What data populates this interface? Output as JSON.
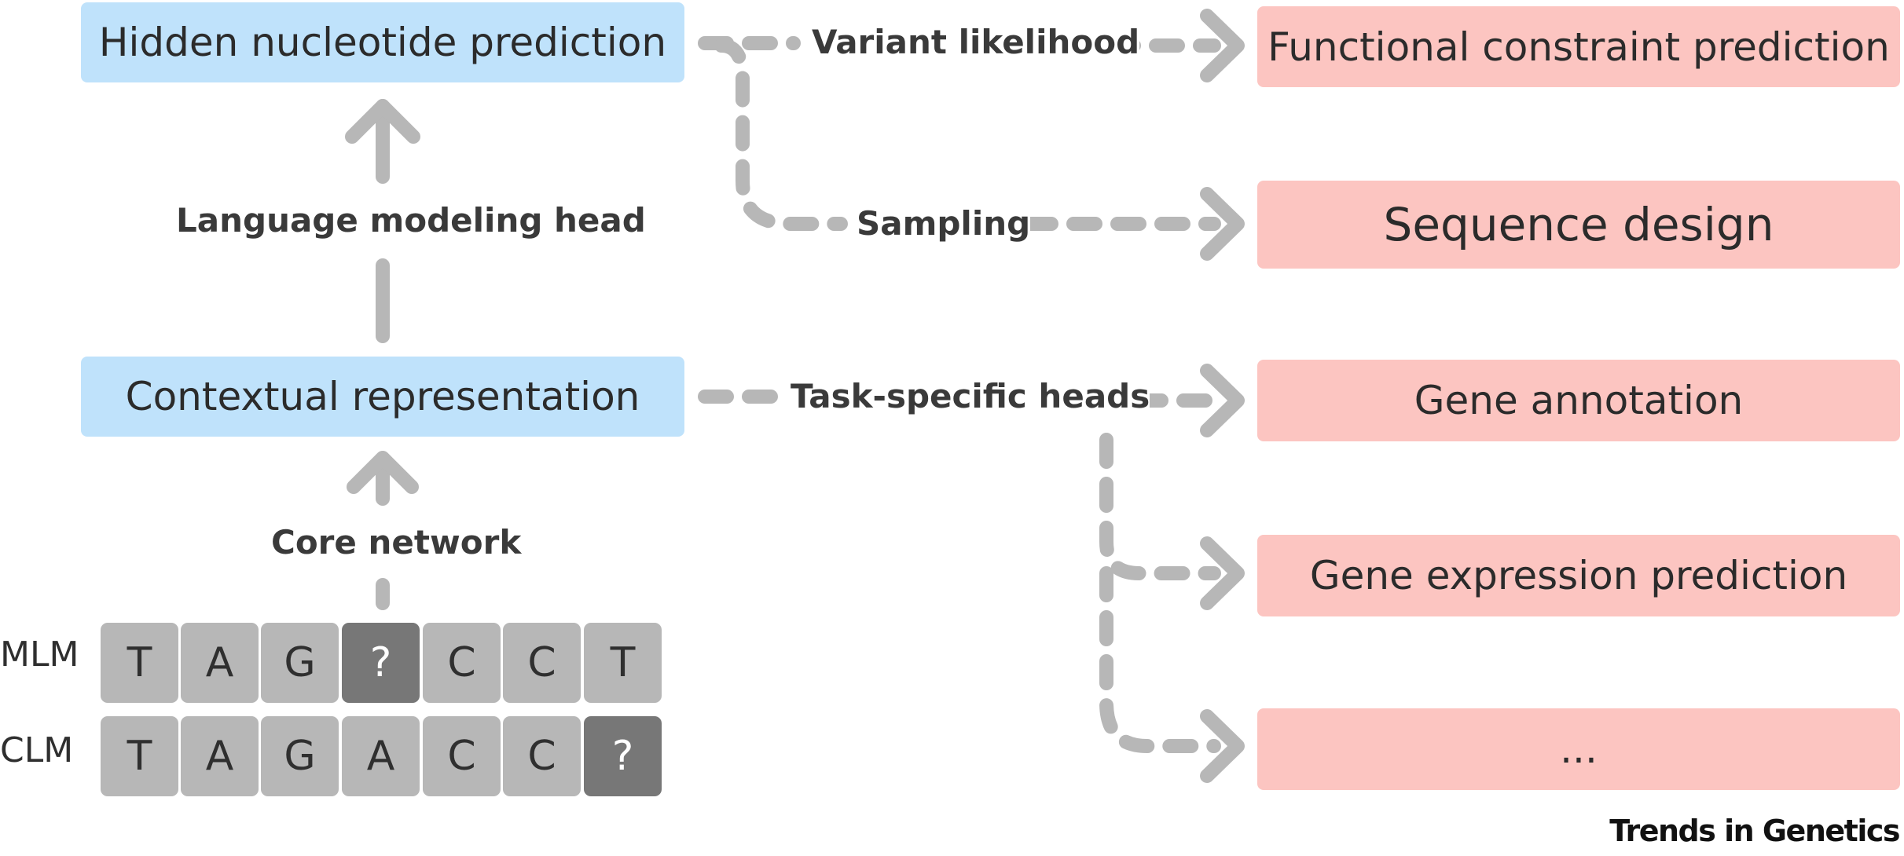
{
  "boxes": {
    "hidden_prediction": "Hidden nucleotide prediction",
    "contextual_representation": "Contextual representation",
    "functional_constraint": "Functional constraint prediction",
    "sequence_design": "Sequence design",
    "gene_annotation": "Gene annotation",
    "gene_expression": "Gene expression prediction",
    "more": "..."
  },
  "labels": {
    "variant_likelihood": "Variant likelihood",
    "sampling": "Sampling",
    "task_specific_heads": "Task-specific heads",
    "language_modeling_head": "Language modeling head",
    "core_network": "Core network"
  },
  "sequences": {
    "mlm": {
      "label": "MLM",
      "tokens": [
        "T",
        "A",
        "G",
        "?",
        "C",
        "C",
        "T"
      ],
      "masked_index": 3
    },
    "clm": {
      "label": "CLM",
      "tokens": [
        "T",
        "A",
        "G",
        "A",
        "C",
        "C",
        "?"
      ],
      "masked_index": 6
    }
  },
  "colors": {
    "model_box": "#bfe2fb",
    "task_box": "#fcc5c1",
    "arrow": "#b7b7b7",
    "token": "#b7b7b7",
    "masked_token": "#777777"
  },
  "footer": {
    "brand": "Trends in Genetics"
  }
}
